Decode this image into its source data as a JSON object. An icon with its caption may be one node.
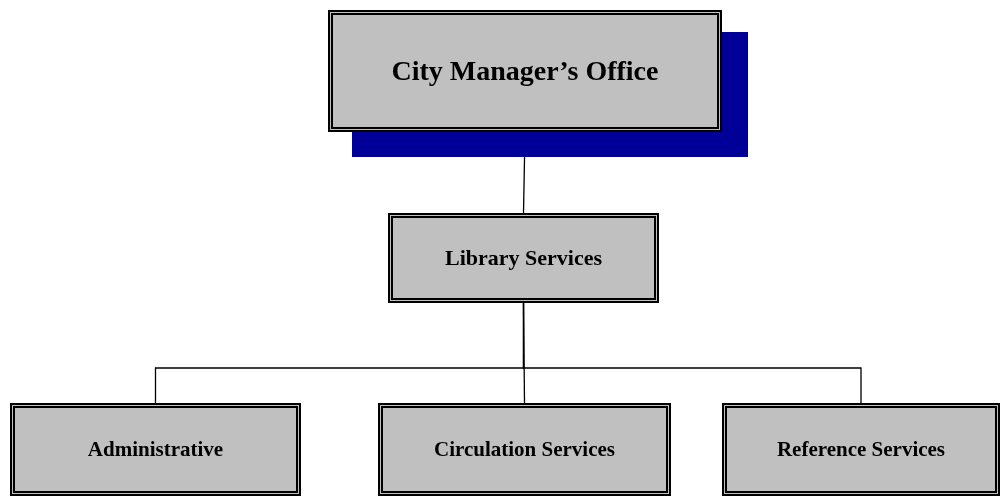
{
  "diagram": {
    "nodes": [
      {
        "text": [
          "City Manager’s Office"
        ]
      },
      {
        "text": [
          "Library Services"
        ]
      },
      {
        "text": [
          "Administrative"
        ]
      },
      {
        "text": [
          "Circulation Services"
        ]
      },
      {
        "text": [
          "Reference Services"
        ]
      }
    ],
    "edges": [
      {
        "from": 0,
        "to": 1,
        "arrow": "none"
      },
      {
        "from": 1,
        "to": 2,
        "arrow": "none"
      },
      {
        "from": 1,
        "to": 3,
        "arrow": "none"
      },
      {
        "from": 1,
        "to": 4,
        "arrow": "none"
      }
    ]
  }
}
